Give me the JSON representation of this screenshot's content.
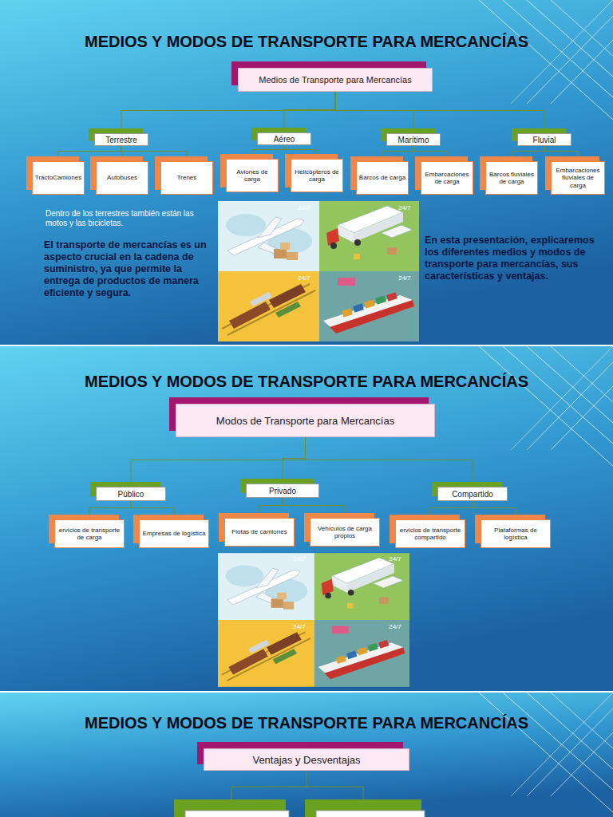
{
  "diagram": {
    "title": "MEDIOS Y MODOS DE TRANSPORTE PARA MERCANCÍAS",
    "nodes": [
      {
        "text": [
          "Medios de Transporte para Mercancías"
        ]
      },
      {
        "text": [
          "Terrestre"
        ]
      },
      {
        "text": [
          "Aéreo"
        ]
      },
      {
        "text": [
          "Marítimo"
        ]
      },
      {
        "text": [
          "Fluvial"
        ]
      },
      {
        "text": [
          "TractoCamiones"
        ]
      },
      {
        "text": [
          "Autobuses"
        ]
      },
      {
        "text": [
          "Trenes"
        ]
      },
      {
        "text": [
          "Aviones de carga"
        ]
      },
      {
        "text": [
          "Helicópteros de carga"
        ]
      },
      {
        "text": [
          "Barcos de carga"
        ]
      },
      {
        "text": [
          "Embarcaciones de carga"
        ]
      },
      {
        "text": [
          "Barcos fluviales de carga"
        ]
      },
      {
        "text": [
          "Embarcaciones fluviales de carga"
        ]
      },
      {
        "text": [
          "Modos de Transporte para Mercancías"
        ]
      },
      {
        "text": [
          "Público"
        ]
      },
      {
        "text": [
          "Privado"
        ]
      },
      {
        "text": [
          "Compartido"
        ]
      },
      {
        "text": [
          "ervicios de transporte de carga"
        ]
      },
      {
        "text": [
          "Empresas de logística"
        ]
      },
      {
        "text": [
          "Flotas de camiones"
        ]
      },
      {
        "text": [
          "Vehículos de carga propios"
        ]
      },
      {
        "text": [
          "ervicios de transporte compartido"
        ]
      },
      {
        "text": [
          "Plataformas de logística"
        ]
      },
      {
        "text": [
          "Ventajas y Desventajas"
        ]
      }
    ],
    "edges": [
      {
        "from": 0,
        "to": 1,
        "arrow": "none"
      },
      {
        "from": 0,
        "to": 2,
        "arrow": "none"
      },
      {
        "from": 0,
        "to": 3,
        "arrow": "none"
      },
      {
        "from": 0,
        "to": 4,
        "arrow": "none"
      },
      {
        "from": 1,
        "to": 5,
        "arrow": "none"
      },
      {
        "from": 1,
        "to": 6,
        "arrow": "none"
      },
      {
        "from": 1,
        "to": 7,
        "arrow": "none"
      },
      {
        "from": 2,
        "to": 8,
        "arrow": "none"
      },
      {
        "from": 2,
        "to": 9,
        "arrow": "none"
      },
      {
        "from": 3,
        "to": 10,
        "arrow": "none"
      },
      {
        "from": 3,
        "to": 11,
        "arrow": "none"
      },
      {
        "from": 4,
        "to": 12,
        "arrow": "none"
      },
      {
        "from": 4,
        "to": 13,
        "arrow": "none"
      },
      {
        "from": 14,
        "to": 15,
        "arrow": "none"
      },
      {
        "from": 14,
        "to": 16,
        "arrow": "none"
      },
      {
        "from": 14,
        "to": 17,
        "arrow": "none"
      },
      {
        "from": 15,
        "to": 18,
        "arrow": "none"
      },
      {
        "from": 15,
        "to": 19,
        "arrow": "none"
      },
      {
        "from": 16,
        "to": 20,
        "arrow": "none"
      },
      {
        "from": 16,
        "to": 21,
        "arrow": "none"
      },
      {
        "from": 17,
        "to": 22,
        "arrow": "none"
      },
      {
        "from": 17,
        "to": 23,
        "arrow": "none"
      }
    ],
    "labels": [
      "MEDIOS Y MODOS DE TRANSPORTE PARA MERCANCÍAS",
      "MEDIOS Y MODOS DE TRANSPORTE PARA MERCANCÍAS",
      "Dentro de los terrestres también están las motos y las bicicletas.",
      "El transporte de mercancías es un aspecto crucial en la cadena de suministro, ya que permite la entrega de productos de manera eficiente y segura.",
      "En esta presentación, explicaremos los diferentes medios y modos de transporte para mercancías, sus características y ventajas.",
      "24/7",
      "24/7",
      "24/7",
      "24/7",
      "24/7",
      "24/7",
      "24/7",
      "24/7"
    ]
  }
}
